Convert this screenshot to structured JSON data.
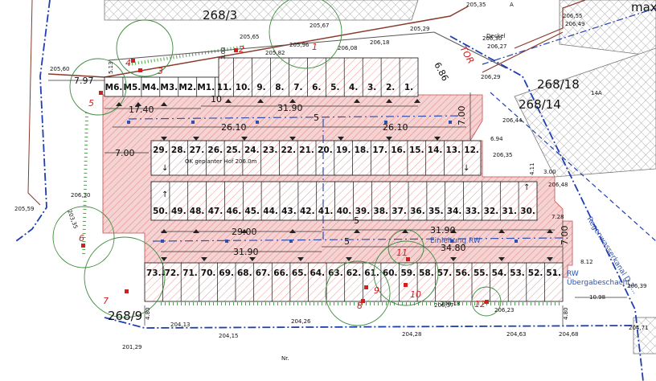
{
  "parcels": {
    "p268_3": "268/3",
    "p268_18": "268/18",
    "p268_14": "268/14",
    "p268_9": "268/9",
    "p14a": "14A",
    "pmax": "max",
    "pa": "A",
    "pnr": "Nr."
  },
  "labels": {
    "tor": "TOR",
    "hof": "OK geplanter Hof  206.0m",
    "einleitung": "Einleitung RW",
    "rw1": "RW",
    "rw2": "Übergabeschacht",
    "kanal": "Regenwasserkanal D 2...",
    "deckel": "Deckel"
  },
  "rows": {
    "top": [
      "M6.",
      "M5.",
      "M4.",
      "M3.",
      "M2.",
      "M1.",
      "11.",
      "10.",
      "9.",
      "8.",
      "7.",
      "6.",
      "5.",
      "4.",
      "3.",
      "2.",
      "1."
    ],
    "second": [
      "29.",
      "28.",
      "27.",
      "26.",
      "25.",
      "24.",
      "23.",
      "22.",
      "21.",
      "20.",
      "19.",
      "18.",
      "17.",
      "16.",
      "15.",
      "14.",
      "13.",
      "12."
    ],
    "third": [
      "50.",
      "49.",
      "48.",
      "47.",
      "46.",
      "45.",
      "44.",
      "43.",
      "42.",
      "41.",
      "40.",
      "39.",
      "38.",
      "37.",
      "36.",
      "35.",
      "34.",
      "33.",
      "32.",
      "31.",
      "30."
    ],
    "bottom": [
      "73.",
      "72.",
      "71.",
      "70.",
      "69.",
      "68.",
      "67.",
      "66.",
      "65.",
      "64.",
      "63.",
      "62.",
      "61.",
      "60.",
      "59.",
      "58.",
      "57.",
      "56.",
      "55.",
      "54.",
      "53.",
      "52.",
      "51."
    ]
  },
  "dimensions": {
    "d797": "7.97",
    "d1740": "17.40",
    "d3190a": "31.90",
    "d10": "10",
    "d5a": "5",
    "d2610a": "26.10",
    "d2610b": "26.10",
    "d700a": "7.00",
    "d700b": "7.00",
    "d686": "6.86",
    "d694": "6.94",
    "d2900": "29.00",
    "d3190b": "31.90",
    "d5b": "5",
    "d3190c": "31.90",
    "d3480": "34.80",
    "d700c": "7.00",
    "d728": "7.28",
    "d812": "8.12",
    "d1098": "10.98",
    "d480a": "4.80",
    "d480b": "4.80",
    "d411": "4.11",
    "d300": "3.00",
    "d303": "3.03",
    "d513": "5.13",
    "d5c": "5"
  },
  "elevations": {
    "e1": "205,60",
    "e2": "205,65",
    "e3": "205,67",
    "e4": "205,96",
    "e5": "206,08",
    "e6": "206,18",
    "e7": "205,29",
    "e8": "205,35",
    "e9": "206,55",
    "e10": "206,49",
    "e11": "206,30",
    "e12": "206,27",
    "e13": "206,29",
    "e14": "206,44",
    "e15": "206,35",
    "e16": "206,48",
    "e17": "206,37",
    "e18": "206,39",
    "e19": "206,18",
    "e20": "206,23",
    "e21": "204,13",
    "e22": "204,26",
    "e23": "204,15",
    "e24": "204,28",
    "e25": "204,63",
    "e26": "204,68",
    "e27": "204,71",
    "e28": "201,29",
    "e29": "206,30",
    "e30": "205,59",
    "e31": "203,35",
    "e32": "205,82"
  },
  "trees": [
    "1",
    "2",
    "3",
    "4",
    "5",
    "6",
    "7",
    "8",
    "9",
    "10",
    "11",
    "12"
  ],
  "colors": {
    "paving": "#f6d3d3",
    "hatch": "#e07878",
    "boundary": "#1f3fb0",
    "tree": "#3c8c3c",
    "treemark": "#d21f1f",
    "road": "#8a3a2a",
    "hedge": "#4aa84a"
  }
}
